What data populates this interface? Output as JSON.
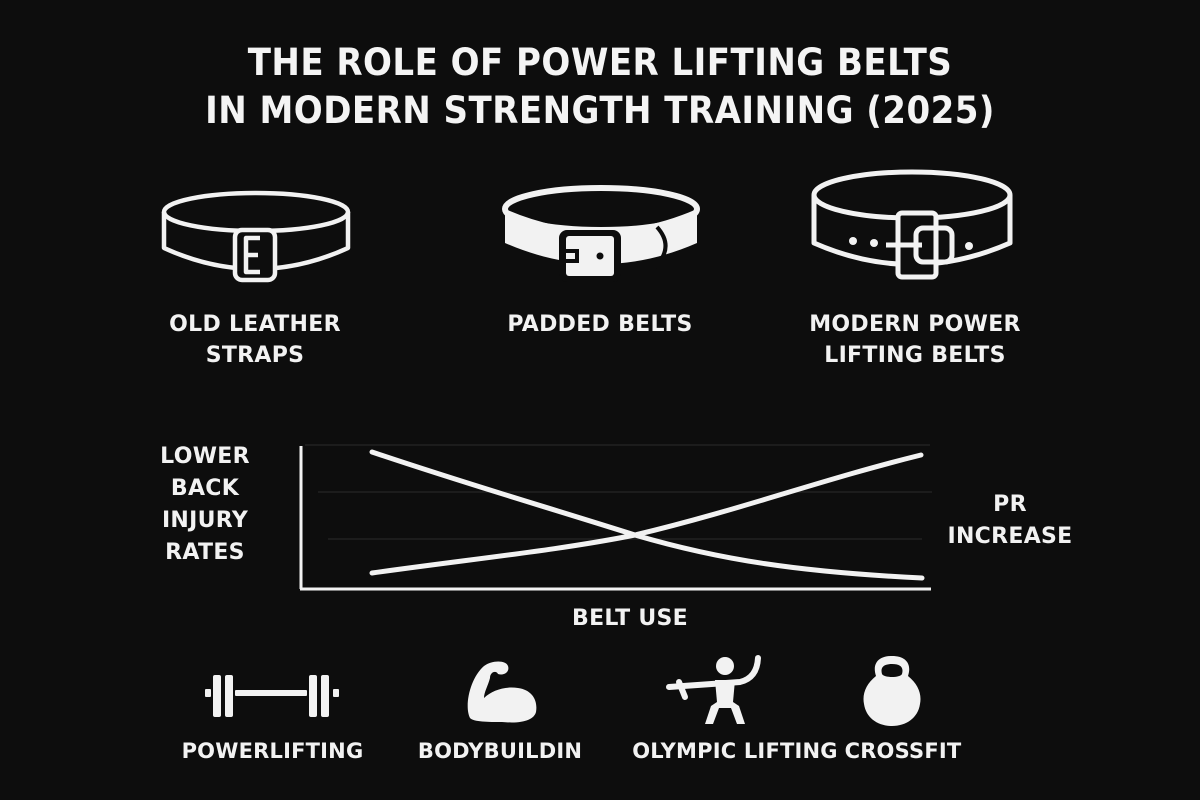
{
  "title": {
    "line1": "THE ROLE OF POWER LIFTING BELTS",
    "line2": "IN MODERN STRENGTH TRAINING (2025)"
  },
  "belts": [
    {
      "icon": "old-leather-belt-icon",
      "label_line1": "OLD LEATHER",
      "label_line2": "STRAPS"
    },
    {
      "icon": "padded-belt-icon",
      "label_line1": "PADDED BELTS",
      "label_line2": ""
    },
    {
      "icon": "modern-powerlifting-belt-icon",
      "label_line1": "MODERN POWER",
      "label_line2": "LIFTING BELTS"
    }
  ],
  "chart": {
    "y_label_left": [
      "LOWER",
      "BACK",
      "INJURY",
      "RATES"
    ],
    "y_label_right": [
      "PR",
      "INCREASE"
    ],
    "x_label": "BELT USE"
  },
  "chart_data": {
    "type": "line",
    "title": "",
    "xlabel": "BELT USE",
    "ylabel": "LOWER BACK INJURY RATES",
    "ylabel_right": "PR INCREASE",
    "x": [
      0,
      0.25,
      0.5,
      0.75,
      1.0
    ],
    "series": [
      {
        "name": "LOWER BACK INJURY RATES",
        "values": [
          0.97,
          0.78,
          0.38,
          0.15,
          0.06
        ]
      },
      {
        "name": "PR INCREASE",
        "values": [
          0.14,
          0.26,
          0.39,
          0.65,
          0.91
        ]
      }
    ],
    "ylim": [
      0,
      1
    ],
    "grid": true,
    "gridlines_y": [
      0.33,
      0.66,
      1.0
    ],
    "legend": "none",
    "annotation": "Lines cross at roughly the midpoint of belt use"
  },
  "sports": [
    {
      "icon": "barbell-icon",
      "label": "POWERLIFTING"
    },
    {
      "icon": "flexed-bicep-icon",
      "label": "BODYBUILDIN"
    },
    {
      "icon": "olympic-lifter-icon",
      "label": "OLYMPIC LIFTING"
    },
    {
      "icon": "kettlebell-icon",
      "label": "CROSSFIT"
    }
  ],
  "colors": {
    "background": "#0d0d0d",
    "foreground": "#f2f2f2",
    "gridline": "#2a2a2a"
  }
}
